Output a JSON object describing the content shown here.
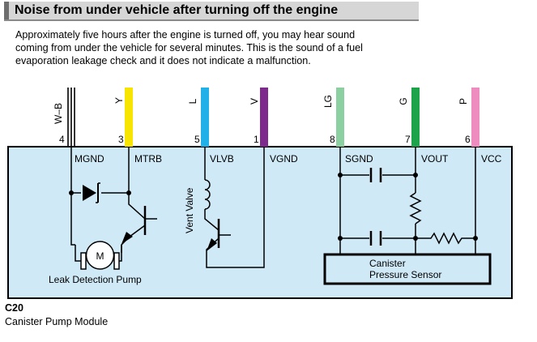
{
  "title": "Noise from under vehicle after turning off the engine",
  "description": [
    "Approximately five hours after the engine is turned off, you may hear sound",
    "coming from under the vehicle for several minutes. This is the sound of a fuel",
    "evaporation leakage check and it does not indicate a malfunction."
  ],
  "wires": [
    {
      "color_code": "W–B",
      "pin": "4",
      "color": "#ffffff"
    },
    {
      "color_code": "Y",
      "pin": "3",
      "color": "#f7e400"
    },
    {
      "color_code": "L",
      "pin": "5",
      "color": "#22b0e8"
    },
    {
      "color_code": "V",
      "pin": "1",
      "color": "#7d2a8c"
    },
    {
      "color_code": "LG",
      "pin": "8",
      "color": "#8ccfa0"
    },
    {
      "color_code": "G",
      "pin": "7",
      "color": "#1da34a"
    },
    {
      "color_code": "P",
      "pin": "6",
      "color": "#ee8cc0"
    }
  ],
  "terminals": [
    "MGND",
    "MTRB",
    "VLVB",
    "VGND",
    "SGND",
    "VOUT",
    "VCC"
  ],
  "components": {
    "motor_symbol": "M",
    "pump_label": "Leak Detection Pump",
    "valve_label": "Vent Valve",
    "sensor_label_line1": "Canister",
    "sensor_label_line2": "Pressure Sensor"
  },
  "module": {
    "id": "C20",
    "name": "Canister Pump Module"
  },
  "colors": {
    "module_fill": "#cfe9f7",
    "title_bar": "#d6d6d6"
  }
}
